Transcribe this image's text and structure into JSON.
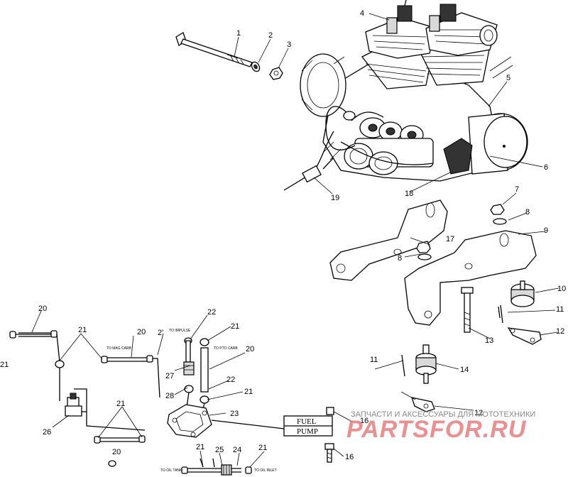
{
  "callouts": [
    {
      "id": "c1",
      "text": "1"
    },
    {
      "id": "c2",
      "text": "2"
    },
    {
      "id": "c3",
      "text": "3"
    },
    {
      "id": "c4",
      "text": "4"
    },
    {
      "id": "c5",
      "text": "5"
    },
    {
      "id": "c6",
      "text": "6"
    },
    {
      "id": "c7",
      "text": "7"
    },
    {
      "id": "c8a",
      "text": "8"
    },
    {
      "id": "c8b",
      "text": "8"
    },
    {
      "id": "c9",
      "text": "9"
    },
    {
      "id": "c10",
      "text": "10"
    },
    {
      "id": "c11a",
      "text": "11"
    },
    {
      "id": "c11b",
      "text": "11"
    },
    {
      "id": "c12a",
      "text": "12"
    },
    {
      "id": "c12b",
      "text": "12"
    },
    {
      "id": "c13",
      "text": "13"
    },
    {
      "id": "c14",
      "text": "14"
    },
    {
      "id": "c16a",
      "text": "16"
    },
    {
      "id": "c16b",
      "text": "16"
    },
    {
      "id": "c17",
      "text": "17"
    },
    {
      "id": "c18",
      "text": "18"
    },
    {
      "id": "c19",
      "text": "19"
    },
    {
      "id": "c20a",
      "text": "20"
    },
    {
      "id": "c20b",
      "text": "20"
    },
    {
      "id": "c20c",
      "text": "20"
    },
    {
      "id": "c20d",
      "text": "20"
    },
    {
      "id": "c21a",
      "text": "21"
    },
    {
      "id": "c21b",
      "text": "21"
    },
    {
      "id": "c21c",
      "text": "2'"
    },
    {
      "id": "c21d",
      "text": "21"
    },
    {
      "id": "c21e",
      "text": "21"
    },
    {
      "id": "c21f",
      "text": "21"
    },
    {
      "id": "c21g",
      "text": "21"
    },
    {
      "id": "c21h",
      "text": "21"
    },
    {
      "id": "c22a",
      "text": "22"
    },
    {
      "id": "c22b",
      "text": "22"
    },
    {
      "id": "c23",
      "text": "23"
    },
    {
      "id": "c24",
      "text": "24"
    },
    {
      "id": "c25",
      "text": "25"
    },
    {
      "id": "c26",
      "text": "26"
    },
    {
      "id": "c27",
      "text": "27"
    },
    {
      "id": "c28",
      "text": "28"
    }
  ],
  "hose_labels": {
    "to_mag_carb": "TO MAG CARB",
    "to_impulse": "TO IMPULSE",
    "to_pto_carb": "TO PTO CARB",
    "to_oil_tank": "TO OIL TANK",
    "to_oil_inlet": "TO OIL INLET"
  },
  "decal": {
    "line1": "FUEL",
    "line2": "PUMP"
  },
  "watermark": {
    "caption": "ЗАПЧАСТИ И АКСЕССУАРЫ ДЛЯ МОТОТЕХНИКИ",
    "logo": "PARTSFOR.RU"
  }
}
